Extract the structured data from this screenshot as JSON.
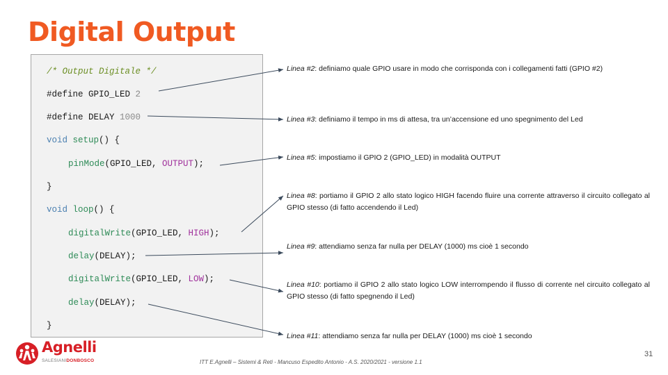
{
  "slide": {
    "title": "Digital Output",
    "page_number": "31",
    "footer": "ITT E.Agnelli – Sistemi & Reti - Mancuso Espedito Antonio - A.S. 2020/2021 - versione 1.1"
  },
  "logo": {
    "name": "Agnelli",
    "sub_a": "SALESIANI",
    "sub_b": "DONBOSCO"
  },
  "code": {
    "comment": "/* Output Digitale */",
    "define1_kw": "#define GPIO_LED ",
    "define1_val": "2",
    "define2_kw": "#define DELAY ",
    "define2_val": "1000",
    "setup_kw": "void",
    "setup_fn": "setup",
    "setup_rest": "() {",
    "pinmode_fn": "pinMode",
    "pinmode_args": "(GPIO_LED, ",
    "pinmode_const": "OUTPUT",
    "pinmode_end": ");",
    "close1": "}",
    "loop_kw": "void",
    "loop_fn": "loop",
    "loop_rest": "() {",
    "dw1_fn": "digitalWrite",
    "dw1_args": "(GPIO_LED, ",
    "dw1_const": "HIGH",
    "dw1_end": ");",
    "delay1_fn": "delay",
    "delay1_args": "(DELAY);",
    "dw2_fn": "digitalWrite",
    "dw2_args": "(GPIO_LED, ",
    "dw2_const": "LOW",
    "dw2_end": ");",
    "delay2_fn": "delay",
    "delay2_args": "(DELAY);",
    "close2": "}"
  },
  "notes": [
    {
      "line": "Linea #2",
      "text": ": definiamo quale GPIO usare in modo che corrisponda con i collegamenti fatti (GPIO #2)"
    },
    {
      "line": "Linea #3",
      "text": ": definiamo il tempo in ms di attesa, tra un’accensione ed uno spegnimento del Led"
    },
    {
      "line": "Linea #5",
      "text": ": impostiamo il GPIO 2 (GPIO_LED) in modalità OUTPUT"
    },
    {
      "line": "Linea #8",
      "text": ": portiamo il GPIO 2 allo stato logico HIGH facendo fluire una corrente attraverso il circuito collegato al GPIO stesso (di fatto accendendo il Led)"
    },
    {
      "line": "Linea #9",
      "text": ": attendiamo senza far nulla per DELAY (1000) ms cioè 1 secondo"
    },
    {
      "line": "Linea #10",
      "text": ": portiamo il GPIO 2 allo stato logico LOW interrompendo il flusso di corrente nel circuito collegato al GPIO stesso (di fatto spegnendo il Led)"
    },
    {
      "line": "Linea #11",
      "text": ": attendiamo senza far nulla per DELAY (1000) ms cioè 1 secondo"
    }
  ],
  "colors": {
    "title": "#f05a22",
    "brand_red": "#d71f26",
    "code_keyword": "#4a7fb0",
    "code_function": "#2e8b57",
    "code_constant": "#a0319c",
    "code_comment": "#6b8e23"
  }
}
